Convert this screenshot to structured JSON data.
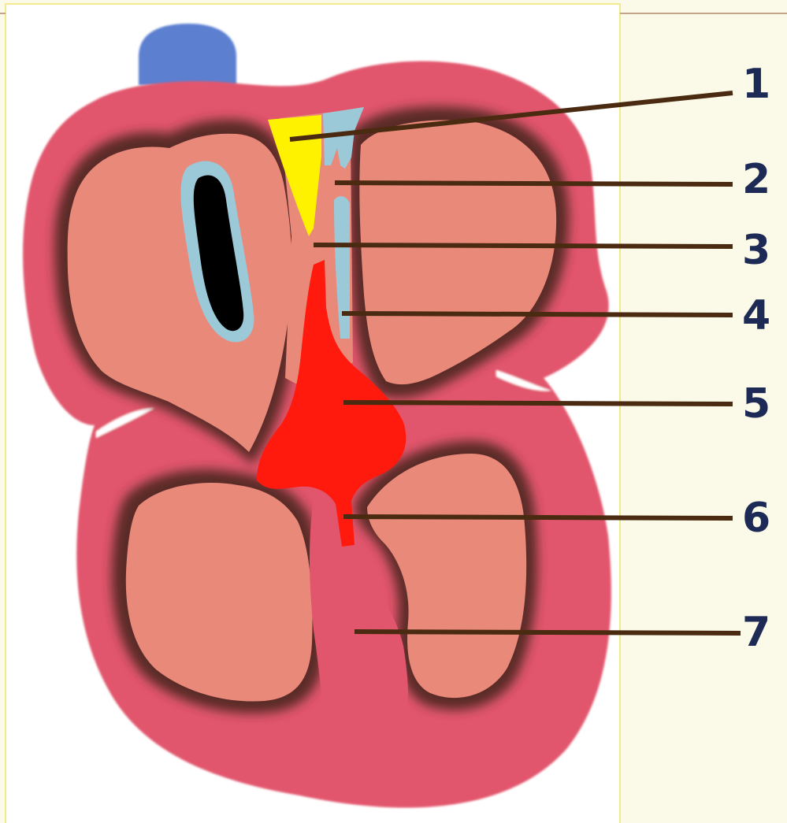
{
  "labels": [
    "1",
    "2",
    "3",
    "4",
    "5",
    "6",
    "7"
  ],
  "colors": {
    "page_background": "#fbf9e8",
    "panel_background": "#ffffff",
    "panel_border": "#f2e98a",
    "top_rule": "#c4a58a",
    "myocardium": "#e2566d",
    "chamber": "#e8897a",
    "chamber_edge": "#5a2c26",
    "vessel": "#5b7fd0",
    "sinus_node": "#fff200",
    "pathway": "#9cc9d8",
    "conduction": "#ff1a0d",
    "leader_line": "#4a2a10",
    "label_text": "#1c2a55"
  }
}
